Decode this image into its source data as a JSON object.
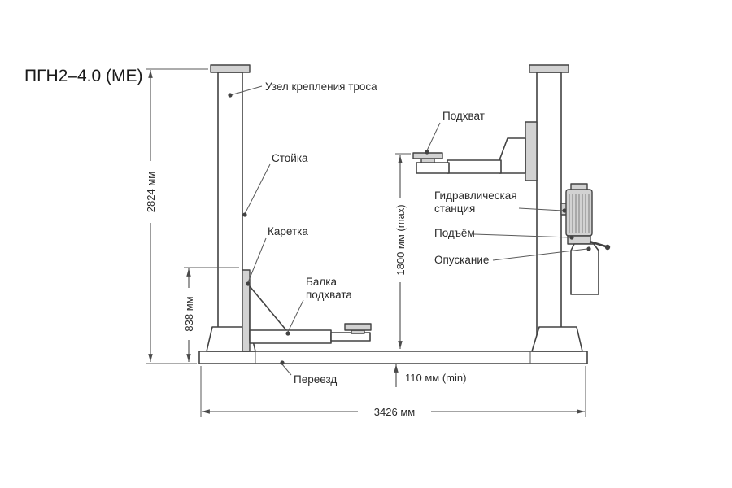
{
  "title": "ПГН2–4.0 (ME)",
  "labels": {
    "cable_unit": "Узел крепления троса",
    "post": "Стойка",
    "carriage": "Каретка",
    "beam_line1": "Балка",
    "beam_line2": "подхвата",
    "pickup": "Подхват",
    "hydraulic_line1": "Гидравлическая",
    "hydraulic_line2": "станция",
    "lift": "Подъём",
    "lowering": "Опускание",
    "crossover": "Переезд"
  },
  "dimensions": {
    "total_height": "2824 мм",
    "carriage_height": "838 мм",
    "lift_max": "1800 мм (max)",
    "clearance_min": "110 мм (min)",
    "total_width": "3426 мм"
  },
  "colors": {
    "line": "#424242",
    "fill_gray": "#d2d2d2",
    "text": "#2b2b2b",
    "background": "#ffffff"
  }
}
